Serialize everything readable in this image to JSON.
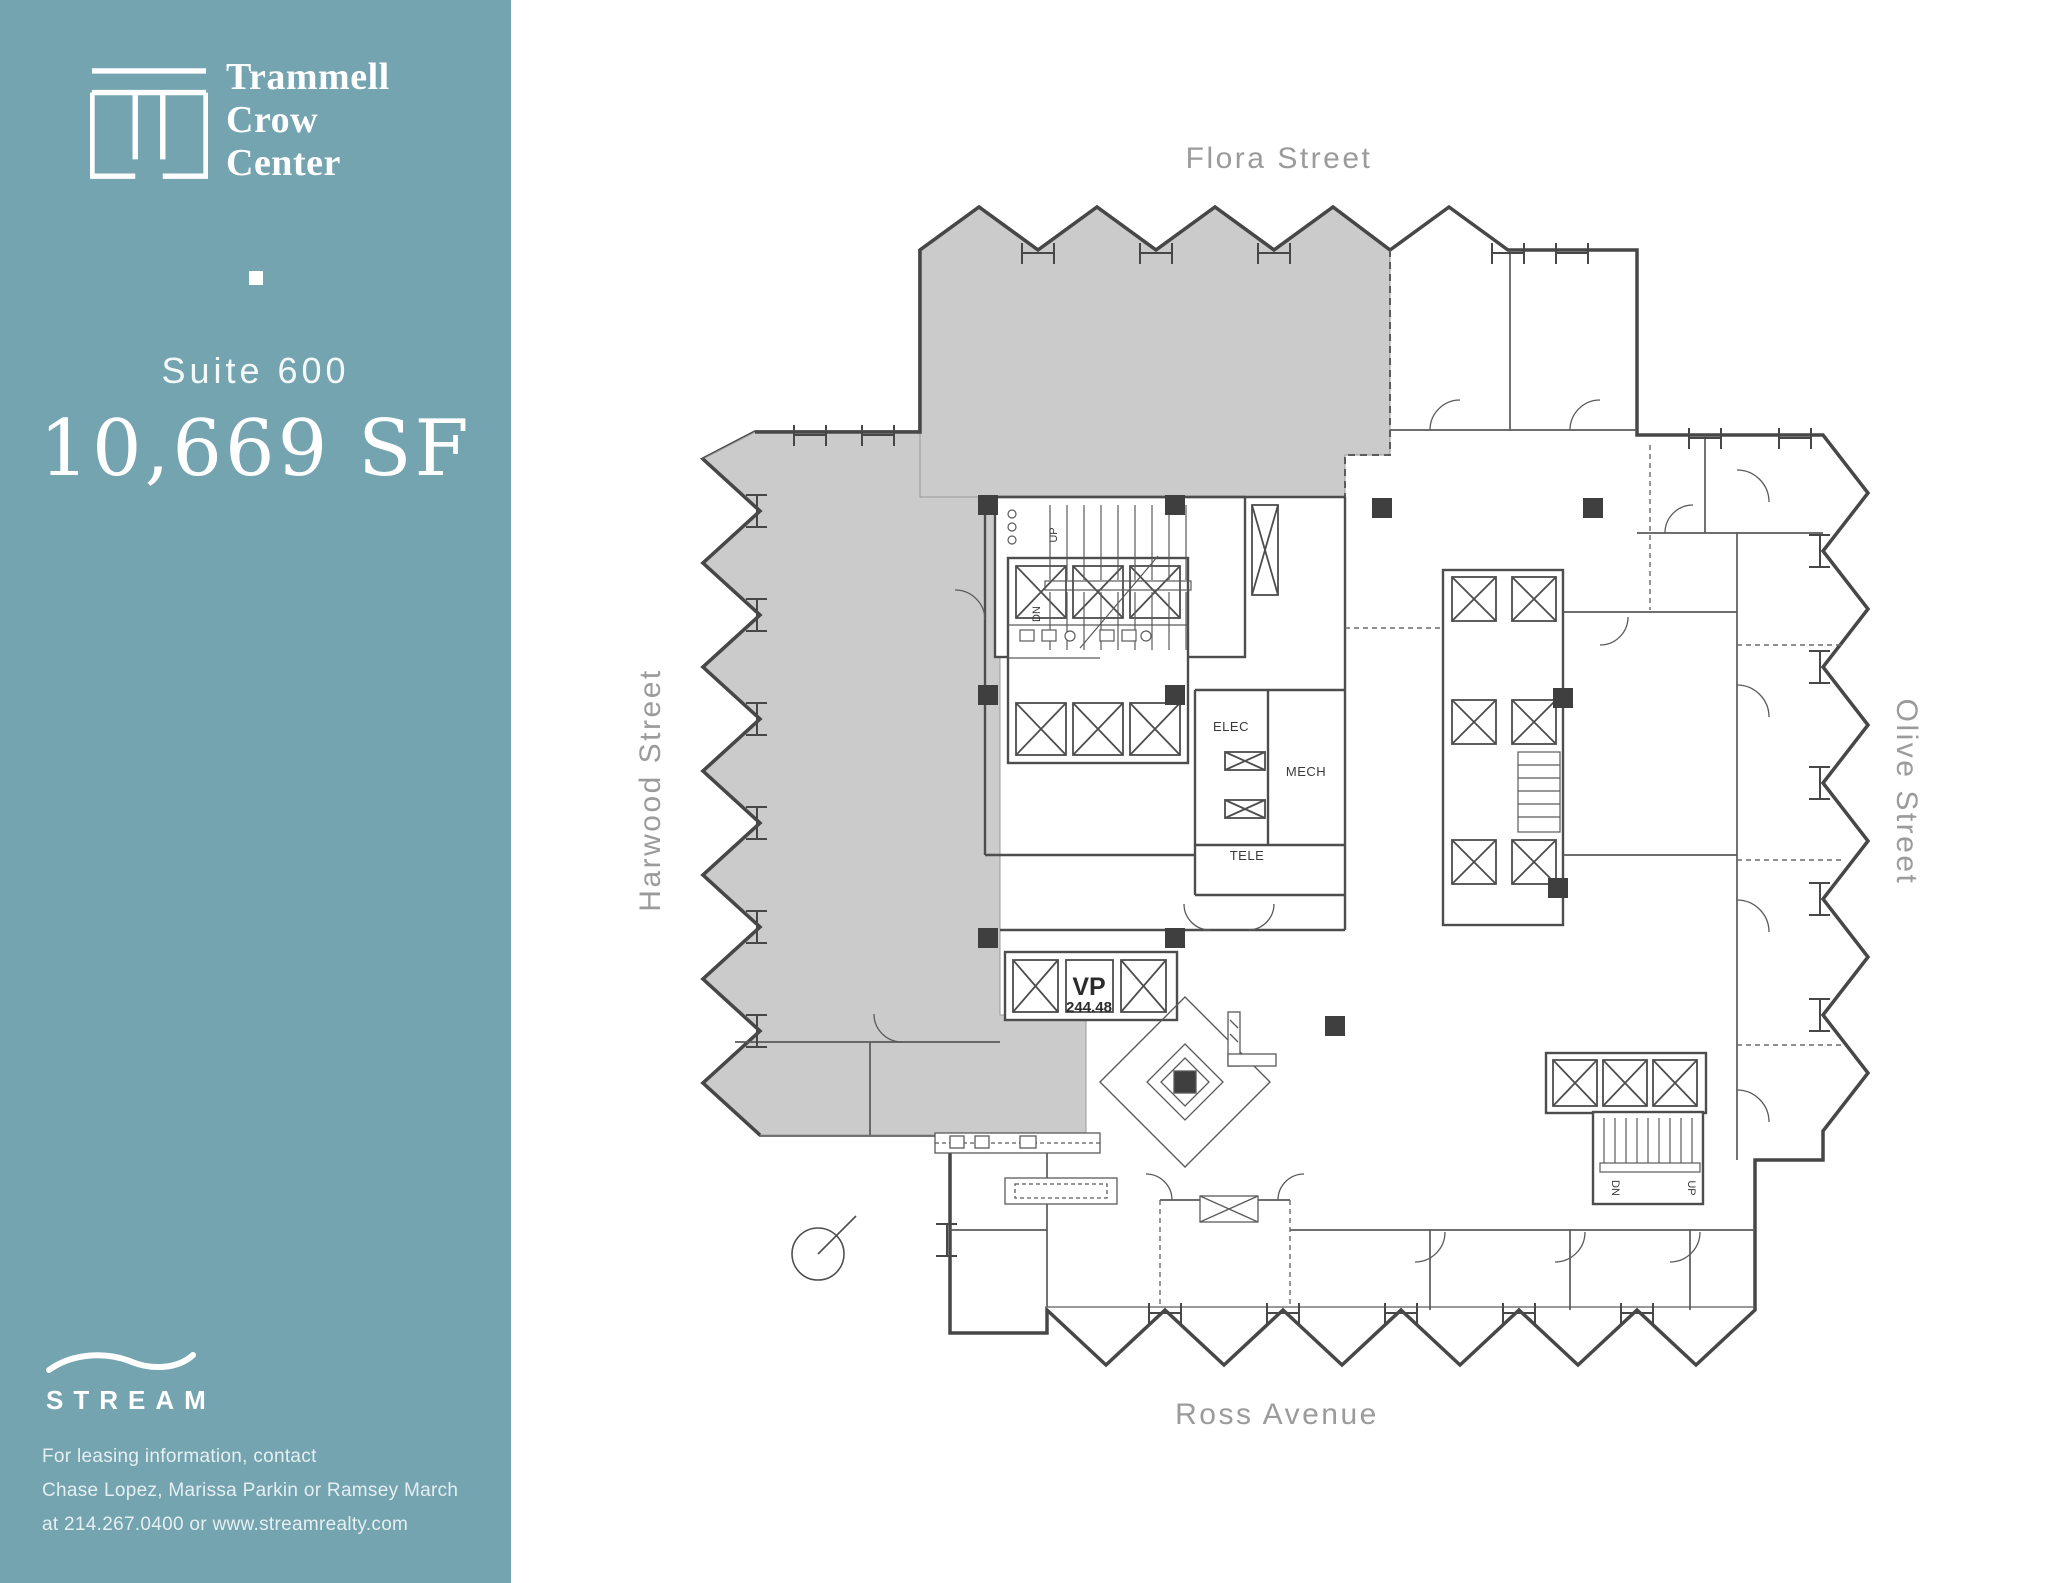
{
  "sidebar": {
    "bg_color": "#74a4b0",
    "logo": {
      "line1": "Trammell",
      "line2": "Crow",
      "line3": "Center"
    },
    "suite_label": "Suite 600",
    "area_label": "10,669 SF",
    "stream_label": "STREAM",
    "contact": {
      "line1": "For leasing information, contact",
      "line2": "Chase Lopez, Marissa Parkin or Ramsey March",
      "line3": "at 214.267.0400 or www.streamrealty.com"
    }
  },
  "plan": {
    "streets": {
      "top": "Flora Street",
      "left": "Harwood Street",
      "right": "Olive Street",
      "bottom": "Ross Avenue"
    },
    "labels": {
      "elec": "ELEC",
      "mech": "MECH",
      "tele": "TELE",
      "vp": "VP",
      "vp_value": "244.48",
      "up": "UP",
      "dn": "DN"
    },
    "colors": {
      "suite_fill": "#cbcbcb",
      "wall": "#474747",
      "street_text": "#9b9b9b",
      "column_fill": "#3f3f3f"
    }
  }
}
